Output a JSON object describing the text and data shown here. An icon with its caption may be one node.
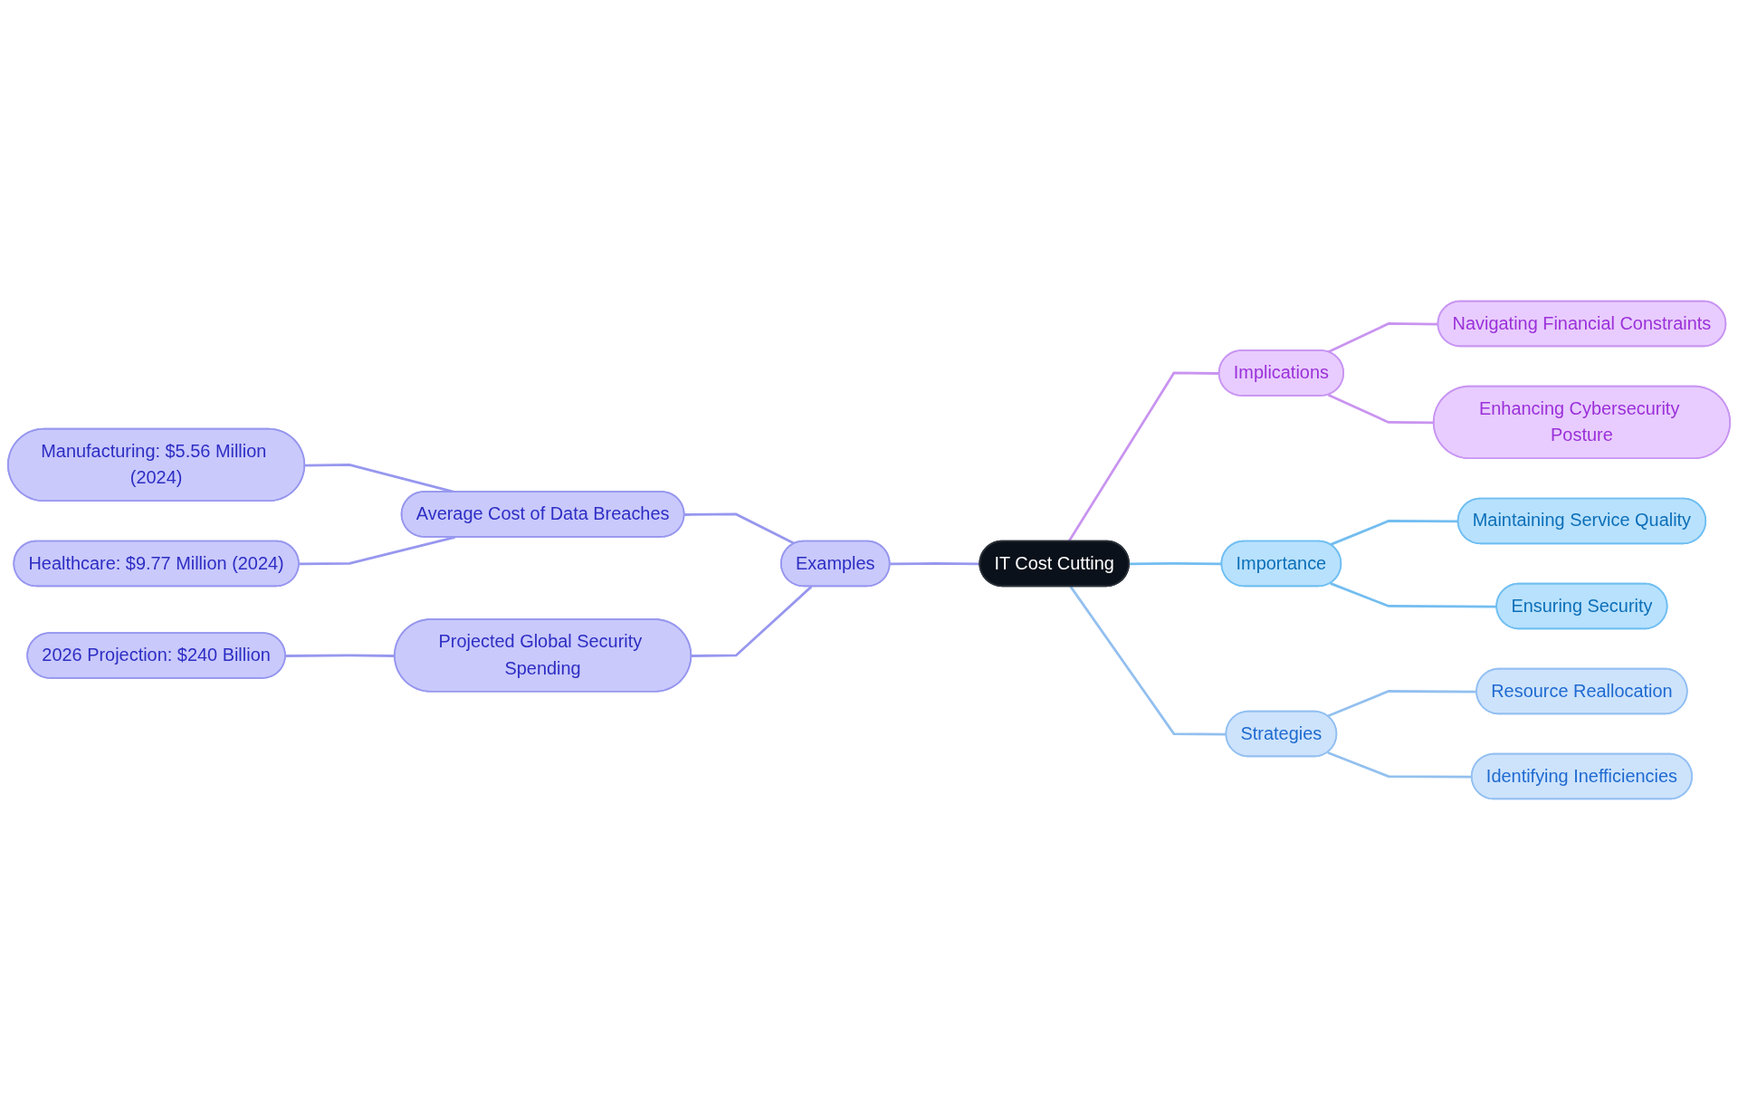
{
  "diagram": {
    "nodes": [
      {
        "text": [
          "IT Cost Cutting"
        ]
      },
      {
        "text": [
          "Implications"
        ]
      },
      {
        "text": [
          "Navigating Financial Constraints"
        ]
      },
      {
        "text": [
          "Enhancing Cybersecurity Posture"
        ]
      },
      {
        "text": [
          "Importance"
        ]
      },
      {
        "text": [
          "Maintaining Service Quality"
        ]
      },
      {
        "text": [
          "Ensuring Security"
        ]
      },
      {
        "text": [
          "Strategies"
        ]
      },
      {
        "text": [
          "Resource Reallocation"
        ]
      },
      {
        "text": [
          "Identifying Inefficiencies"
        ]
      },
      {
        "text": [
          "Examples"
        ]
      },
      {
        "text": [
          "Average Cost of Data Breaches"
        ]
      },
      {
        "text": [
          "Manufacturing: $5.56 Million (2024)"
        ]
      },
      {
        "text": [
          "Healthcare: $9.77 Million (2024)"
        ]
      },
      {
        "text": [
          "Projected Global Security Spending"
        ]
      },
      {
        "text": [
          "2026 Projection: $240 Billion"
        ]
      }
    ],
    "edges": [
      {
        "from": 12,
        "to": 11,
        "arrow": "none",
        "color": "#9797ef"
      },
      {
        "from": 13,
        "to": 11,
        "arrow": "none",
        "color": "#9797ef"
      },
      {
        "from": 11,
        "to": 10,
        "arrow": "none",
        "color": "#9797ef"
      },
      {
        "from": 15,
        "to": 14,
        "arrow": "none",
        "color": "#9797ef"
      },
      {
        "from": 14,
        "to": 10,
        "arrow": "none",
        "color": "#9797ef"
      },
      {
        "from": 10,
        "to": 0,
        "arrow": "none",
        "color": "#9797ef"
      },
      {
        "from": 0,
        "to": 1,
        "arrow": "none",
        "color": "#c994f0"
      },
      {
        "from": 1,
        "to": 2,
        "arrow": "none",
        "color": "#c994f0"
      },
      {
        "from": 1,
        "to": 3,
        "arrow": "none",
        "color": "#c994f0"
      },
      {
        "from": 0,
        "to": 4,
        "arrow": "none",
        "color": "#73bdf0"
      },
      {
        "from": 4,
        "to": 5,
        "arrow": "none",
        "color": "#73bdf0"
      },
      {
        "from": 4,
        "to": 6,
        "arrow": "none",
        "color": "#73bdf0"
      },
      {
        "from": 0,
        "to": 7,
        "arrow": "none",
        "color": "#93c0ef"
      },
      {
        "from": 7,
        "to": 8,
        "arrow": "none",
        "color": "#93c0ef"
      },
      {
        "from": 7,
        "to": 9,
        "arrow": "none",
        "color": "#93c0ef"
      }
    ]
  }
}
